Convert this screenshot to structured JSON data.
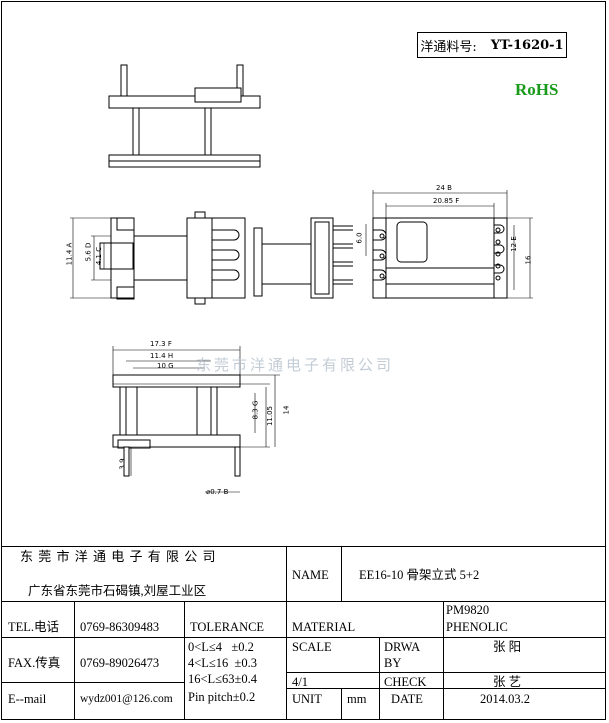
{
  "part": {
    "label": "洋通料号:",
    "number": "YT-1620-1"
  },
  "rohs": "RoHS",
  "watermark": "东莞市洋通电子有限公司",
  "dimensions": {
    "top_width_outer": "24",
    "top_width_outer_ref": "B",
    "top_width_inner": "20.85",
    "top_width_inner_ref": "F",
    "right_small": "6.0",
    "right_h1": "12",
    "right_h1_ref": "E",
    "right_h2": "16",
    "left_h_outer": "11.4",
    "left_h_outer_ref": "A",
    "left_h_mid": "5.6",
    "left_h_mid_ref": "D",
    "left_h_inner": "4.1",
    "left_h_inner_ref": "C",
    "bot_w1": "17.3",
    "bot_w1_ref": "F",
    "bot_w2": "11.4",
    "bot_w2_ref": "H",
    "bot_w3": "10",
    "bot_w3_ref": "G",
    "bot_h1": "8.3",
    "bot_h1_ref": "G",
    "bot_h2": "11.05",
    "bot_h3": "14",
    "pin_len": "3.9",
    "pin_dia": "0.7",
    "pin_dia_ref": "B"
  },
  "title_block": {
    "company": "东 莞 市 洋 通 电 子 有 限 公 司",
    "address": "广东省东莞市石碣镇,刘屋工业区",
    "name_label": "NAME",
    "name_value": "EE16-10 骨架立式 5+2",
    "tel_label": "TEL.电话",
    "tel_value": "0769-86309483",
    "tolerance_label": "TOLERANCE",
    "material_label": "MATERIAL",
    "material_value_1": "PM9820",
    "material_value_2": "PHENOLIC",
    "fax_label": "FAX.传真",
    "fax_value": "0769-89026473",
    "tol_1": "0<L≤4   ±0.2",
    "tol_2": "4<L≤16  ±0.3",
    "tol_3": "16<L≤63±0.4",
    "tol_4": "Pin pitch±0.2",
    "scale_label": "SCALE",
    "scale_value": "4/1",
    "drwa_label": "DRWA",
    "by_label": "BY",
    "drawer": "张 阳",
    "check_label": "CHECK",
    "checker": "张 艺",
    "email_label": "E--mail",
    "email_value": "wydz001@126.com",
    "unit_label": "UNIT",
    "unit_value": "mm",
    "date_label": "DATE",
    "date_value": "2014.03.2"
  }
}
